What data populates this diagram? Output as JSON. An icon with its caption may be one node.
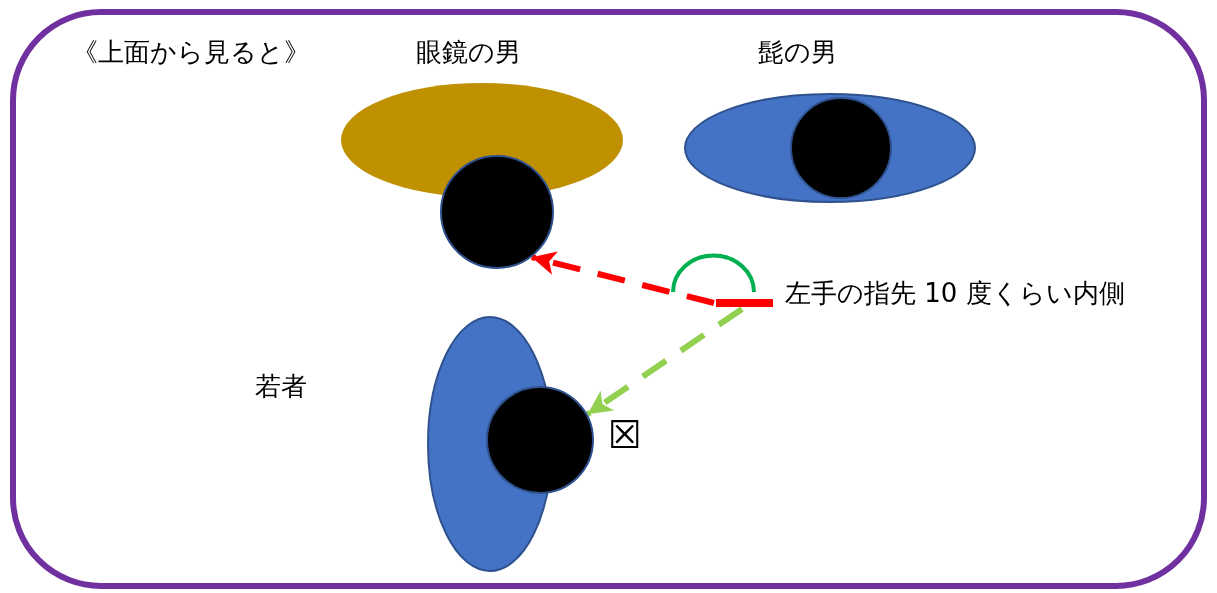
{
  "diagram": {
    "title": "《上面から見ると》",
    "nodes": [
      {
        "text": [
          "眼鏡の男"
        ]
      },
      {
        "text": [],
        "shape": "circle"
      },
      {
        "text": [
          "髭の男"
        ]
      },
      {
        "text": [],
        "shape": "circle",
        "in": 2
      },
      {
        "text": [
          "若者"
        ]
      },
      {
        "text": [],
        "shape": "circle"
      },
      {
        "text": [],
        "shape": "bar",
        "beside": [
          "左手の指先 10 度くらい内側"
        ]
      }
    ],
    "edges": [
      {
        "from": 6,
        "to": 1,
        "arrow": "to",
        "style": "dashed",
        "color": "#ff0000"
      },
      {
        "from": 6,
        "to": 5,
        "arrow": "to",
        "style": "dashed",
        "color": "#92d050"
      }
    ],
    "labels": [
      "☒"
    ]
  }
}
